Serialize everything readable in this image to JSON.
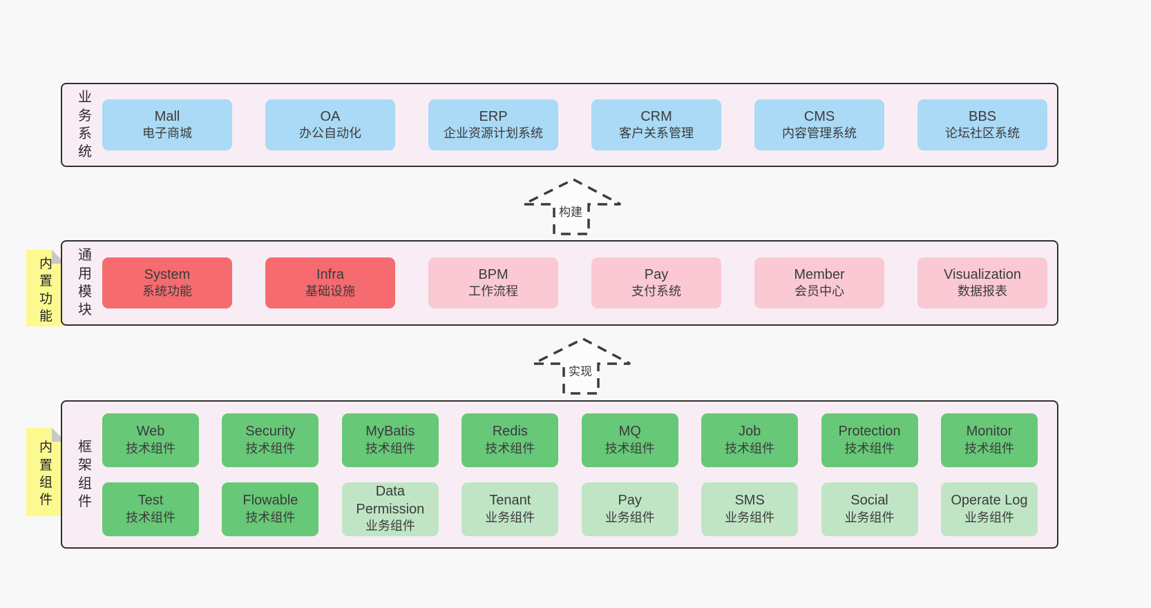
{
  "palette": {
    "page_bg": "#f8f8f8",
    "panel_bg": "#f9edf5",
    "panel_border": "#2f2f2f",
    "blue_box": "#aadaf5",
    "red_box": "#f56b6f",
    "pink_box": "#fac9d3",
    "green_box": "#67c878",
    "light_green_box": "#bfe5c5",
    "note_yellow": "#fbf98f",
    "fold_gray": "#c8c8c8",
    "text": "#3b3b3b"
  },
  "arrows": [
    {
      "label": "构建"
    },
    {
      "label": "实现"
    }
  ],
  "sections": [
    {
      "name": "business-systems",
      "label": "业\n务\n系\n统",
      "items": [
        {
          "en": "Mall",
          "zh": "电子商城"
        },
        {
          "en": "OA",
          "zh": "办公自动化"
        },
        {
          "en": "ERP",
          "zh": "企业资源计划系统"
        },
        {
          "en": "CRM",
          "zh": "客户关系管理"
        },
        {
          "en": "CMS",
          "zh": "内容管理系统"
        },
        {
          "en": "BBS",
          "zh": "论坛社区系统"
        }
      ]
    },
    {
      "name": "common-modules",
      "note": "内\n置\n功\n能",
      "label": "通\n用\n模\n块",
      "items": [
        {
          "en": "System",
          "zh": "系统功能"
        },
        {
          "en": "Infra",
          "zh": "基础设施"
        },
        {
          "en": "BPM",
          "zh": "工作流程"
        },
        {
          "en": "Pay",
          "zh": "支付系统"
        },
        {
          "en": "Member",
          "zh": "会员中心"
        },
        {
          "en": "Visualization",
          "zh": "数据报表"
        }
      ]
    },
    {
      "name": "framework-components",
      "note": "内\n置\n组\n件",
      "label": "框\n架\n组\n件",
      "rows": [
        [
          {
            "en": "Web",
            "zh": "技术组件"
          },
          {
            "en": "Security",
            "zh": "技术组件"
          },
          {
            "en": "MyBatis",
            "zh": "技术组件"
          },
          {
            "en": "Redis",
            "zh": "技术组件"
          },
          {
            "en": "MQ",
            "zh": "技术组件"
          },
          {
            "en": "Job",
            "zh": "技术组件"
          },
          {
            "en": "Protection",
            "zh": "技术组件"
          },
          {
            "en": "Monitor",
            "zh": "技术组件"
          }
        ],
        [
          {
            "en": "Test",
            "zh": "技术组件"
          },
          {
            "en": "Flowable",
            "zh": "技术组件"
          },
          {
            "en": "Data Permission",
            "zh": "业务组件"
          },
          {
            "en": "Tenant",
            "zh": "业务组件"
          },
          {
            "en": "Pay",
            "zh": "业务组件"
          },
          {
            "en": "SMS",
            "zh": "业务组件"
          },
          {
            "en": "Social",
            "zh": "业务组件"
          },
          {
            "en": "Operate Log",
            "zh": "业务组件"
          }
        ]
      ]
    }
  ]
}
